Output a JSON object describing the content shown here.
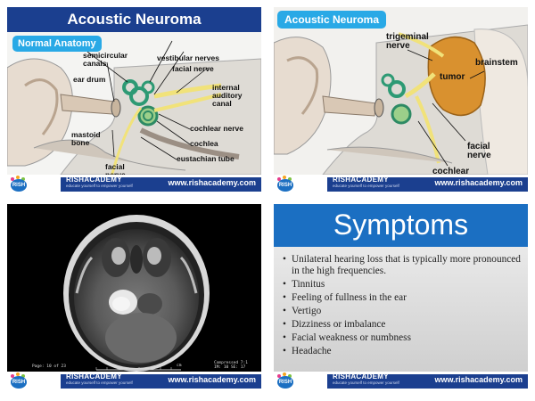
{
  "footer": {
    "brand": "RISHACADEMY",
    "tagline": "educate yourself to empower yourself",
    "url": "www.rishacademy.com",
    "logo_text": "RISH"
  },
  "slide1": {
    "title": "Acoustic Neuroma",
    "subtitle": "Normal Anatomy",
    "labels": {
      "semicircular": "semicircular\ncanals",
      "vestibular": "vestibular nerves",
      "facial": "facial nerve",
      "eardrum": "ear drum",
      "internal": "internal\nauditory\ncanal",
      "mastoid": "mastoid\nbone",
      "cochlear": "cochlear nerve",
      "cochlea": "cochlea",
      "facial2": "facial\nnerve",
      "eustachian": "eustachian tube"
    }
  },
  "slide2": {
    "title": "Acoustic Neuroma",
    "labels": {
      "trigeminal": "trigeminal\nnerve",
      "brainstem": "brainstem",
      "tumor": "tumor",
      "facial": "facial\nnerve",
      "cochlear": "cochlear"
    }
  },
  "slide3": {
    "page": "Page: 10 of 23",
    "compressed": "Compressed 7:1\nIM: 10 SE: 17",
    "cm": "cm"
  },
  "slide4": {
    "title": "Symptoms",
    "items": [
      "Unilateral hearing loss that is typically more pronounced in the high frequencies.",
      "Tinnitus",
      "Feeling of fullness in the ear",
      "Vertigo",
      "Dizziness or imbalance",
      "Facial weakness or numbness",
      "Headache"
    ]
  },
  "colors": {
    "navy": "#1b3f8f",
    "blue": "#1b6fc2",
    "sky": "#29a9e6",
    "tumor": "#d9912f"
  }
}
